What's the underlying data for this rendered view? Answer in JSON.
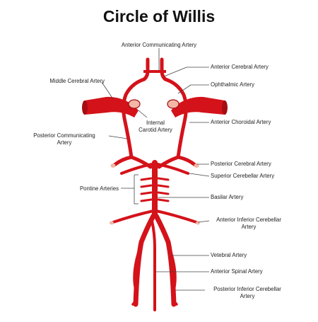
{
  "title": "Circle of Willis",
  "colors": {
    "artery": "#d4121a",
    "artery_dark": "#a50d13",
    "artery_cut": "#f2b7a6",
    "leader": "#444444",
    "text": "#222222"
  },
  "labels": {
    "anterior_communicating": "Anterior Communicating Artery",
    "anterior_cerebral": "Anterior Cerebral Artery",
    "middle_cerebral": "Middle Cerebral Artery",
    "ophthalmic": "Ophthalmic Artery",
    "internal_carotid_line1": "Internal",
    "internal_carotid_line2": "Carotid Artery",
    "anterior_choroidal": "Anterior Choroidal Artery",
    "posterior_communicating_line1": "Posterior Communicating",
    "posterior_communicating_line2": "Artery",
    "posterior_cerebral": "Posterior Cerebral Artery",
    "superior_cerebellar": "Superior Cerebellar Artery",
    "pontine": "Pontine Arteries",
    "basilar": "Basilar Artery",
    "aica_line1": "Anterior Inferior Cerebellar",
    "aica_line2": "Artery",
    "vertebral": "Vetebral Artery",
    "anterior_spinal": "Anterior Spinal Artery",
    "pica_line1": "Posterior Inferior Cerebellar",
    "pica_line2": "Artery"
  }
}
